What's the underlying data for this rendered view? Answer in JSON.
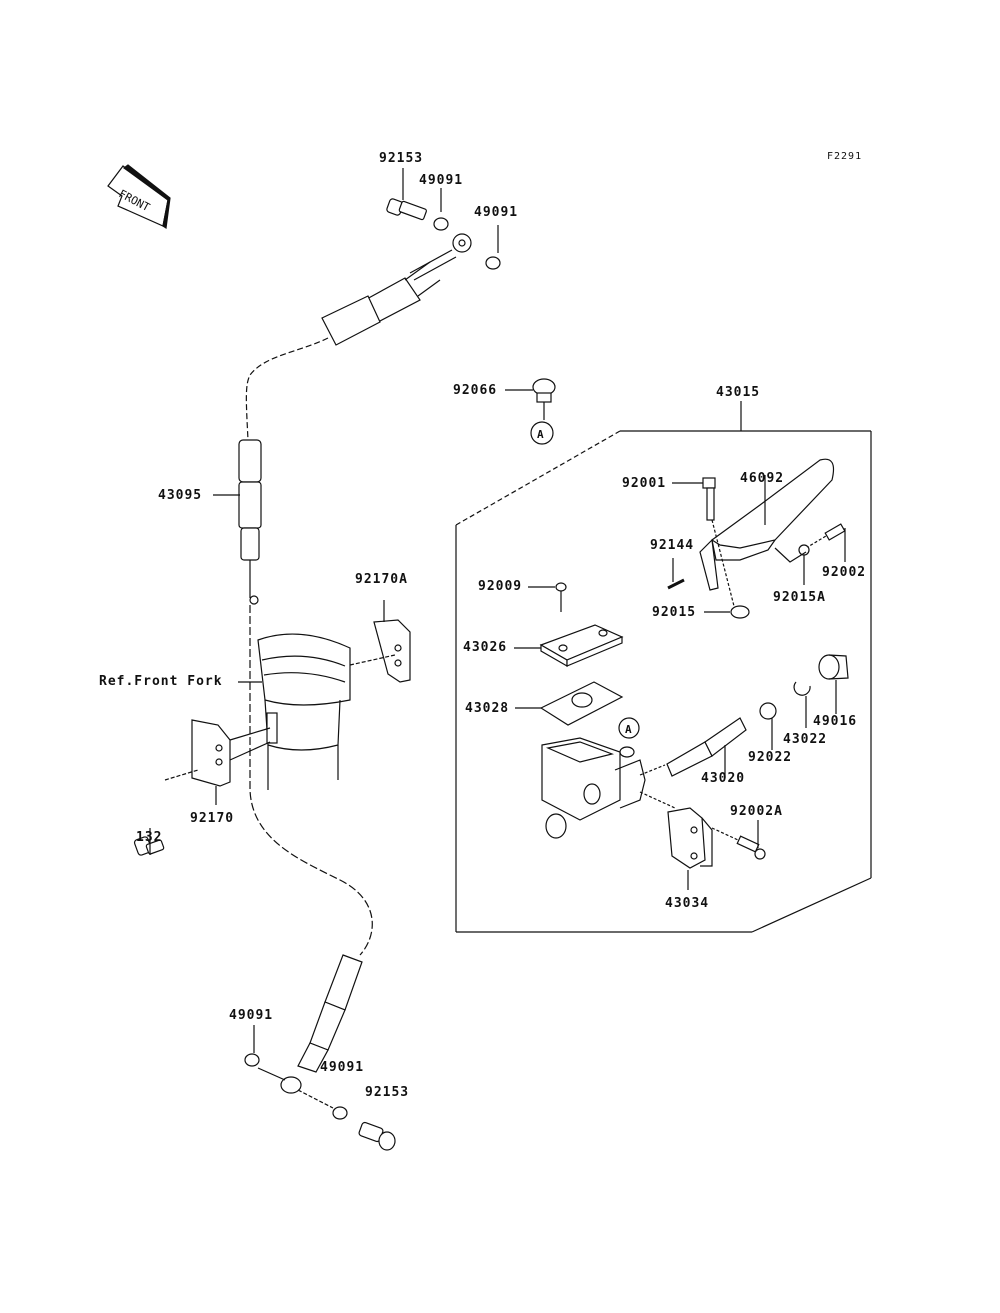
{
  "diagram": {
    "code": "F2291",
    "front_label": "FRONT",
    "ref_note": "Ref.Front Fork",
    "circle_ref": "A",
    "assembly_number": "43015",
    "parts": {
      "p92153_top": "92153",
      "p49091_top1": "49091",
      "p49091_top2": "49091",
      "p43095": "43095",
      "p92170A": "92170A",
      "p92170": "92170",
      "p132": "132",
      "p49091_bot1": "49091",
      "p49091_bot2": "49091",
      "p92153_bot": "92153",
      "p92066": "92066",
      "p92001": "92001",
      "p46092": "46092",
      "p92144": "92144",
      "p92002": "92002",
      "p92015A": "92015A",
      "p92009": "92009",
      "p92015": "92015",
      "p43026": "43026",
      "p43028": "43028",
      "p49016": "49016",
      "p43022": "43022",
      "p92022": "92022",
      "p43020": "43020",
      "p92002A": "92002A",
      "p43034": "43034"
    }
  }
}
